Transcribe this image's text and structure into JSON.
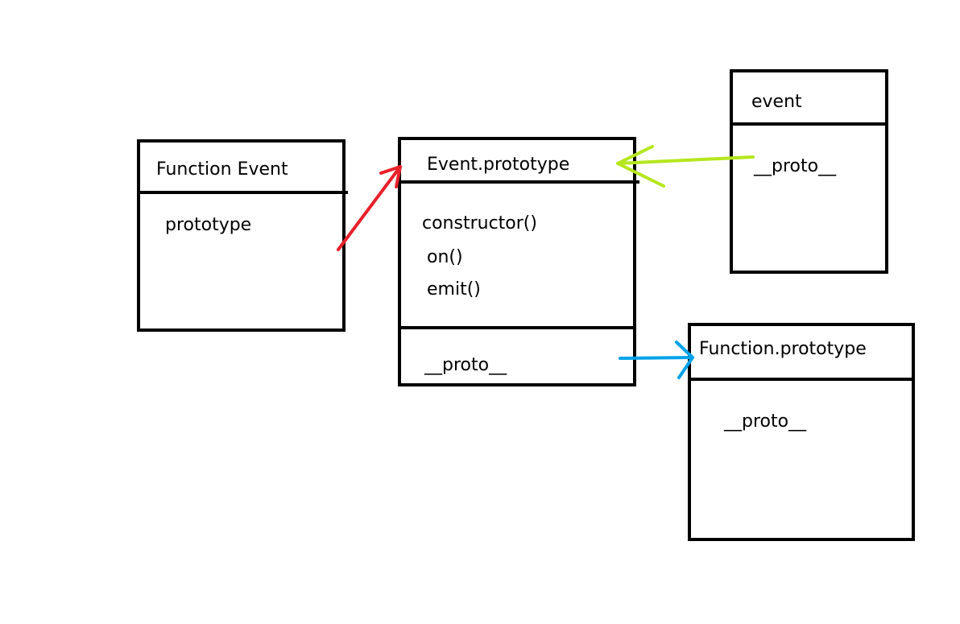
{
  "function_event_box": {
    "title": "Function Event",
    "fields": [
      "prototype"
    ]
  },
  "event_prototype_box": {
    "title": "Event.prototype",
    "methods": [
      "constructor()",
      "on()",
      "emit()"
    ],
    "proto": "__proto__"
  },
  "event_box": {
    "title": "event",
    "fields": [
      "__proto__"
    ]
  },
  "function_prototype_box": {
    "title": "Function.prototype",
    "fields": [
      "__proto__"
    ]
  },
  "arrows": {
    "prototype_link_color": "#e8202a",
    "instance_proto_link_color": "#b5e61d",
    "prototype_chain_link_color": "#00a2e8"
  }
}
